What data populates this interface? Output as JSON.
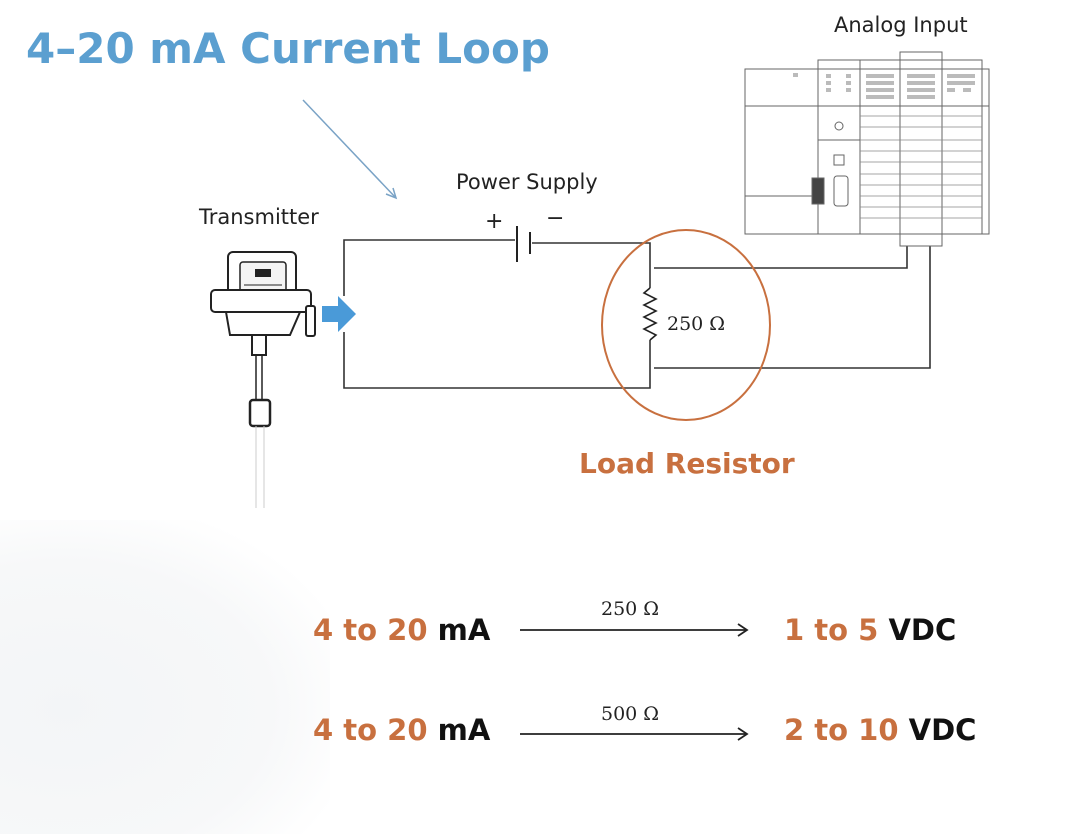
{
  "title": "4–20 mA Current Loop",
  "labels": {
    "transmitter": "Transmitter",
    "power_supply": "Power Supply",
    "plus": "+",
    "minus": "−",
    "analog_input": "Analog Input",
    "resistor_value": "250 Ω",
    "load_resistor": "Load Resistor"
  },
  "colors": {
    "title": "#5b9fd0",
    "accent_orange": "#c8703f",
    "flow_arrow": "#4a9ad8",
    "wire": "#333333"
  },
  "conversions": [
    {
      "input_range": "4  to 20",
      "input_unit": "mA",
      "resistor": "250 Ω",
      "output_range": "1  to 5",
      "output_unit": "VDC"
    },
    {
      "input_range": "4  to 20",
      "input_unit": "mA",
      "resistor": "500 Ω",
      "output_range": "2  to 10",
      "output_unit": "VDC"
    }
  ]
}
